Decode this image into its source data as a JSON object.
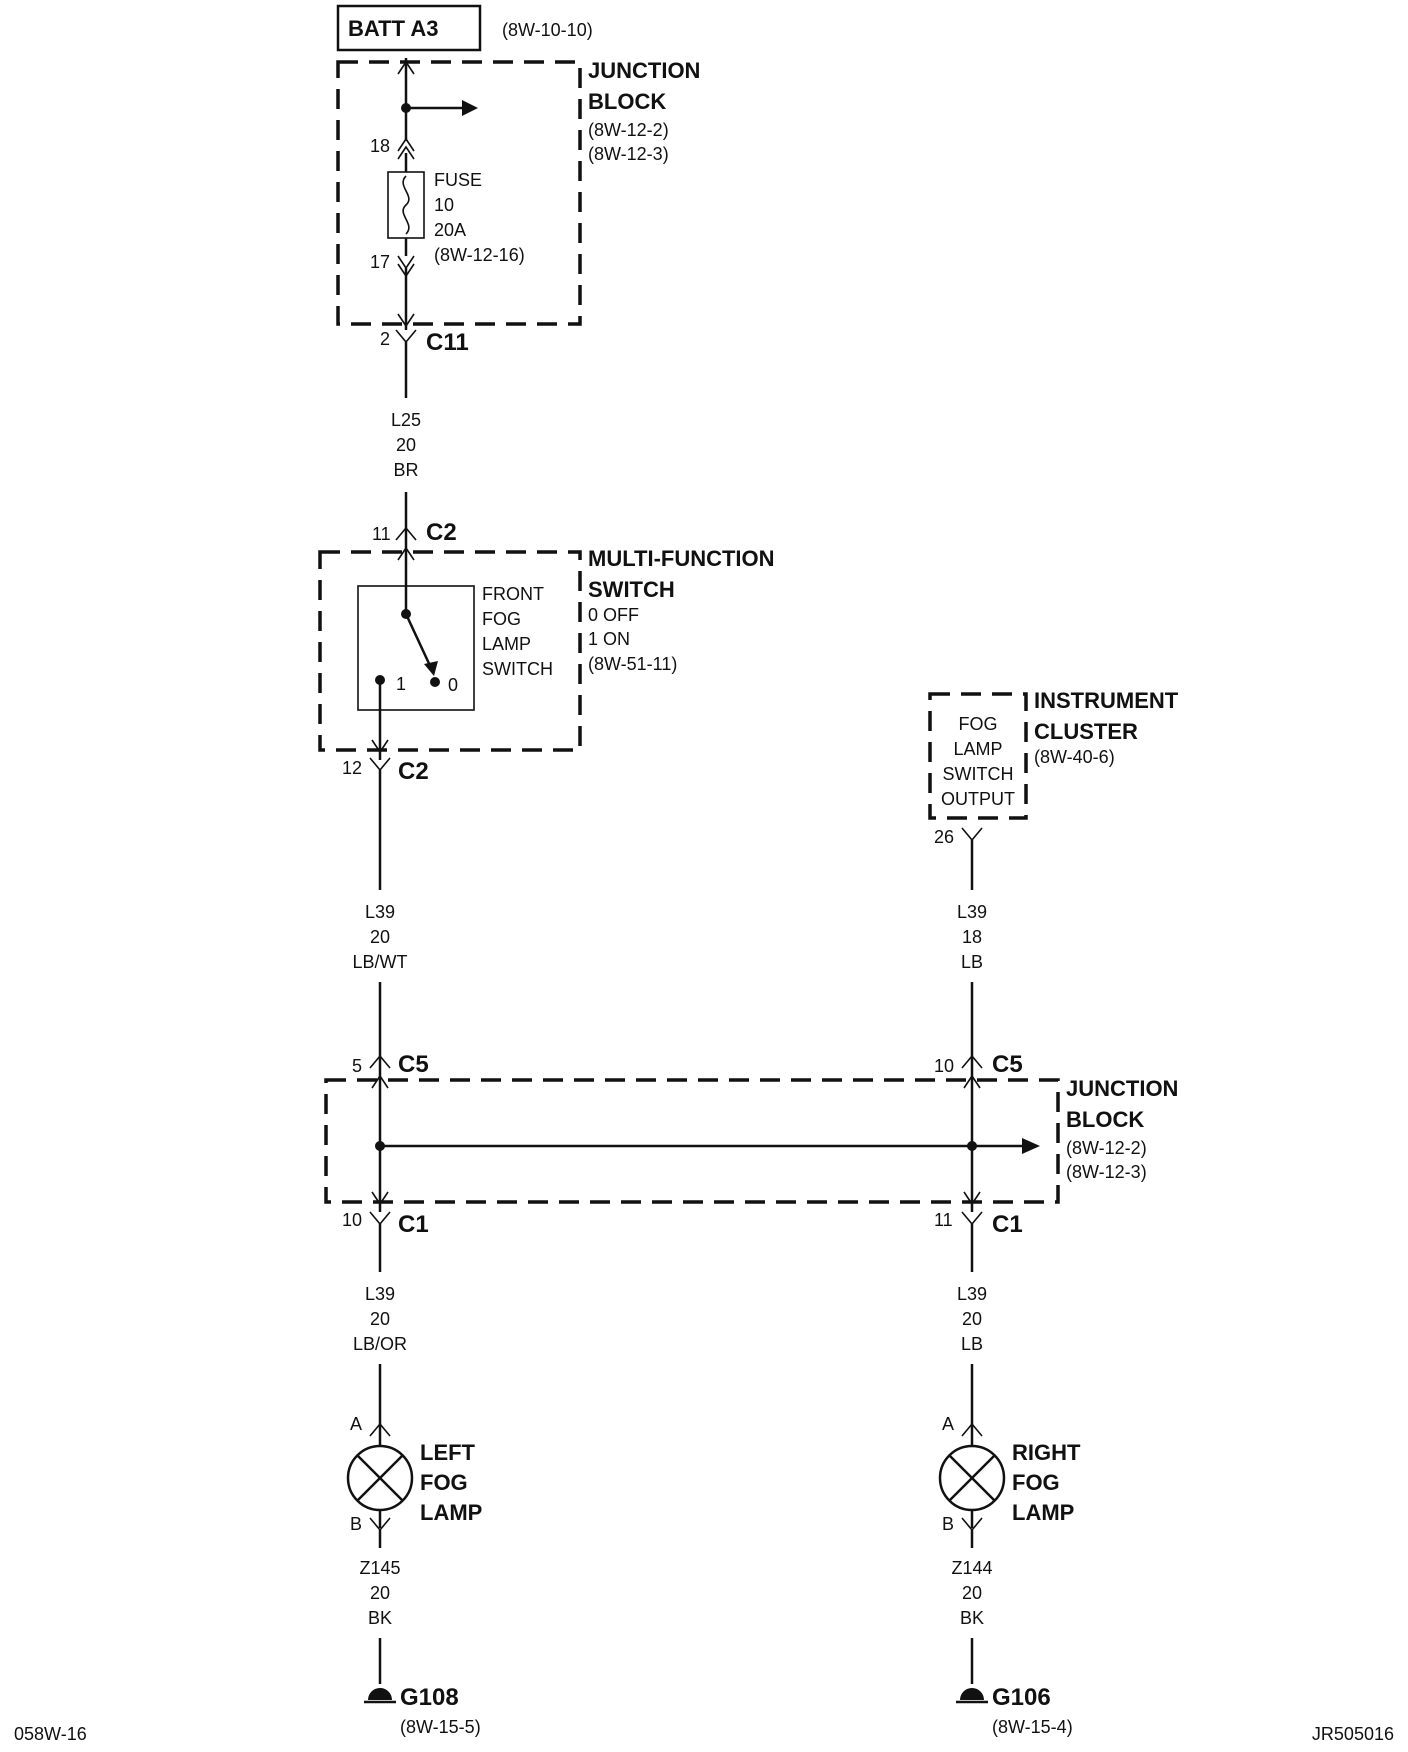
{
  "batt": {
    "label": "BATT A3",
    "ref": "(8W-10-10)"
  },
  "junction_top": {
    "name1": "JUNCTION",
    "name2": "BLOCK",
    "ref1": "(8W-12-2)",
    "ref2": "(8W-12-3)"
  },
  "fuse": {
    "line1": "FUSE",
    "line2": "10",
    "line3": "20A",
    "line4": "(8W-12-16)",
    "pin_top": "18",
    "pin_bottom": "17"
  },
  "c11": {
    "pin": "2",
    "name": "C11"
  },
  "wire_l25": {
    "circuit": "L25",
    "gauge": "20",
    "color": "BR"
  },
  "mfs": {
    "pin_in": "11",
    "conn_in": "C2",
    "pin_out": "12",
    "conn_out": "C2",
    "name1": "MULTI-FUNCTION",
    "name2": "SWITCH",
    "state0": "0 OFF",
    "state1": "1 ON",
    "ref": "(8W-51-11)",
    "switch_l1": "FRONT",
    "switch_l2": "FOG",
    "switch_l3": "LAMP",
    "switch_l4": "SWITCH",
    "pos1": "1",
    "pos0": "0"
  },
  "wire_l39_lbwt": {
    "circuit": "L39",
    "gauge": "20",
    "color": "LB/WT"
  },
  "cluster": {
    "name1": "INSTRUMENT",
    "name2": "CLUSTER",
    "ref": "(8W-40-6)",
    "box_l1": "FOG",
    "box_l2": "LAMP",
    "box_l3": "SWITCH",
    "box_l4": "OUTPUT",
    "pin": "26"
  },
  "wire_l39_lb18": {
    "circuit": "L39",
    "gauge": "18",
    "color": "LB"
  },
  "junction_bottom": {
    "name1": "JUNCTION",
    "name2": "BLOCK",
    "ref1": "(8W-12-2)",
    "ref2": "(8W-12-3)",
    "pin_left_in": "5",
    "conn_in_left": "C5",
    "pin_right_in": "10",
    "conn_in_right": "C5",
    "pin_left_out": "10",
    "conn_out_left": "C1",
    "pin_right_out": "11",
    "conn_out_right": "C1"
  },
  "wire_l39_lbor": {
    "circuit": "L39",
    "gauge": "20",
    "color": "LB/OR"
  },
  "wire_l39_lb20": {
    "circuit": "L39",
    "gauge": "20",
    "color": "LB"
  },
  "left_lamp": {
    "name1": "LEFT",
    "name2": "FOG",
    "name3": "LAMP",
    "pin_a": "A",
    "pin_b": "B"
  },
  "right_lamp": {
    "name1": "RIGHT",
    "name2": "FOG",
    "name3": "LAMP",
    "pin_a": "A",
    "pin_b": "B"
  },
  "wire_z145": {
    "circuit": "Z145",
    "gauge": "20",
    "color": "BK"
  },
  "wire_z144": {
    "circuit": "Z144",
    "gauge": "20",
    "color": "BK"
  },
  "ground_left": {
    "name": "G108",
    "ref": "(8W-15-5)"
  },
  "ground_right": {
    "name": "G106",
    "ref": "(8W-15-4)"
  },
  "footer": {
    "left": "058W-16",
    "right": "JR505016"
  }
}
